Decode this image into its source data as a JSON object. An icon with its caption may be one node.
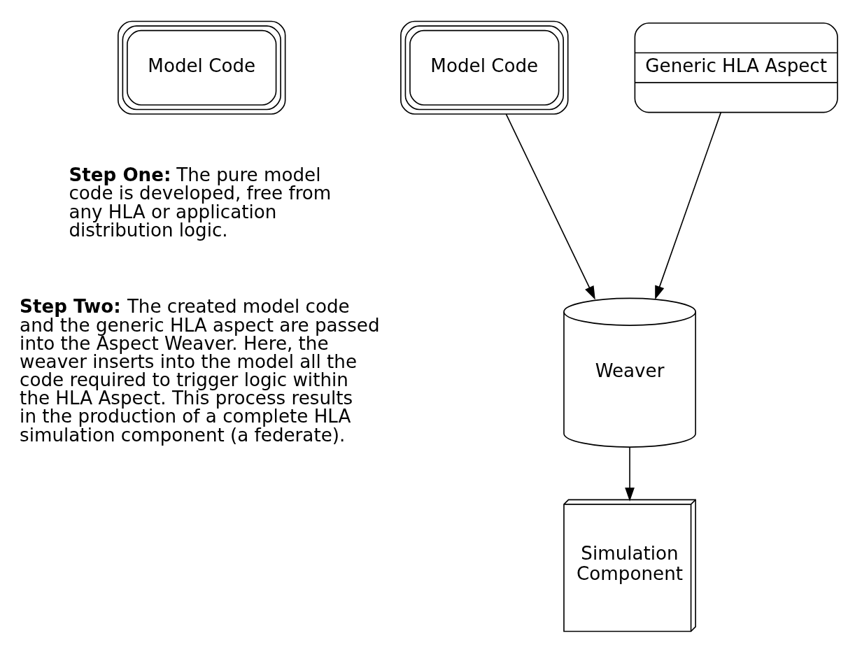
{
  "diagram": {
    "nodes": [
      {
        "text": [
          "Model Code"
        ]
      },
      {
        "text": [
          "Model Code"
        ]
      },
      {
        "text": [
          "Generic HLA Aspect"
        ]
      },
      {
        "text": [
          "Weaver"
        ]
      },
      {
        "text": [
          "Simulation Component"
        ]
      }
    ],
    "edges": [
      {
        "from": 1,
        "to": 3,
        "arrow": "to"
      },
      {
        "from": 2,
        "to": 3,
        "arrow": "to"
      },
      {
        "from": 3,
        "to": 4,
        "arrow": "to"
      }
    ],
    "labels": [
      "**Step One:** The pure model code is developed, free from any HLA or application distribution logic.",
      "**Step Two:** The created model code and the generic HLA aspect are passed into the Aspect Weaver. Here, the weaver inserts into the model all the code required to trigger logic within the HLA Aspect. This process results in the production of a complete HLA simulation component (a federate)."
    ]
  }
}
